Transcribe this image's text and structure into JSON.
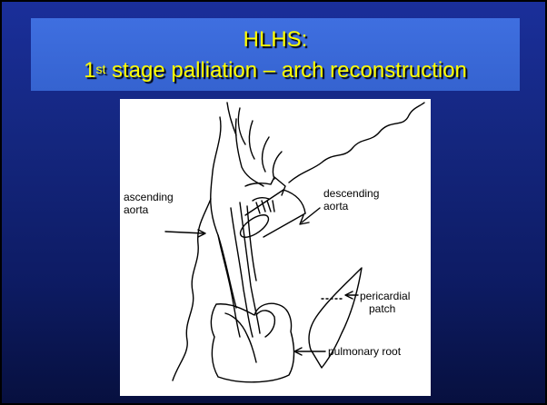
{
  "title": {
    "line1": "HLHS:",
    "line2_ordinal": "1",
    "line2_suffix": "st",
    "line2_rest": " stage palliation – arch reconstruction"
  },
  "figure": {
    "labels": {
      "ascending_1": "ascending",
      "ascending_2": "aorta",
      "descending_1": "descending",
      "descending_2": "aorta",
      "pericardial_1": "pericardial",
      "pericardial_2": "patch",
      "pulmonary": "pulmonary root"
    }
  }
}
